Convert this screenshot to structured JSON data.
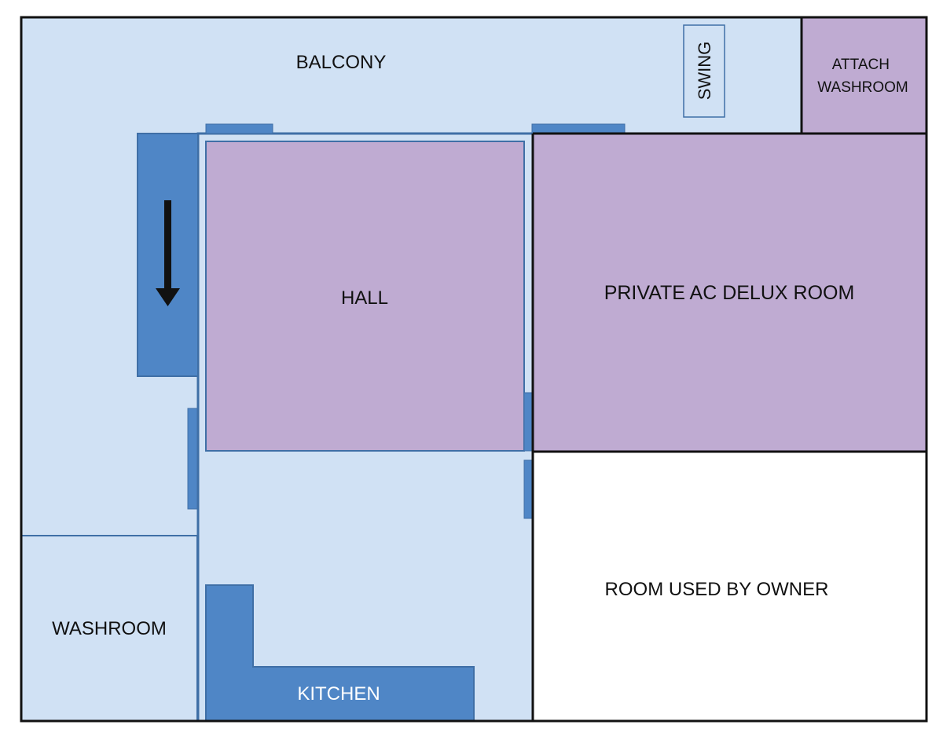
{
  "floor_plan": {
    "rooms": {
      "balcony": "BALCONY",
      "swing": "SWING",
      "attach_washroom": [
        "ATTACH",
        "WASHROOM"
      ],
      "hall": "HALL",
      "private_room": "PRIVATE AC DELUX ROOM",
      "owner_room": "ROOM USED BY OWNER",
      "washroom": "WASHROOM",
      "kitchen": "KITCHEN"
    },
    "colors": {
      "light_blue": "#d0e1f4",
      "lavender": "#bfabd2",
      "fixture_blue": "#4f86c6",
      "wall_blue": "#3f6fa6",
      "outline": "#111111",
      "white": "#ffffff"
    }
  }
}
